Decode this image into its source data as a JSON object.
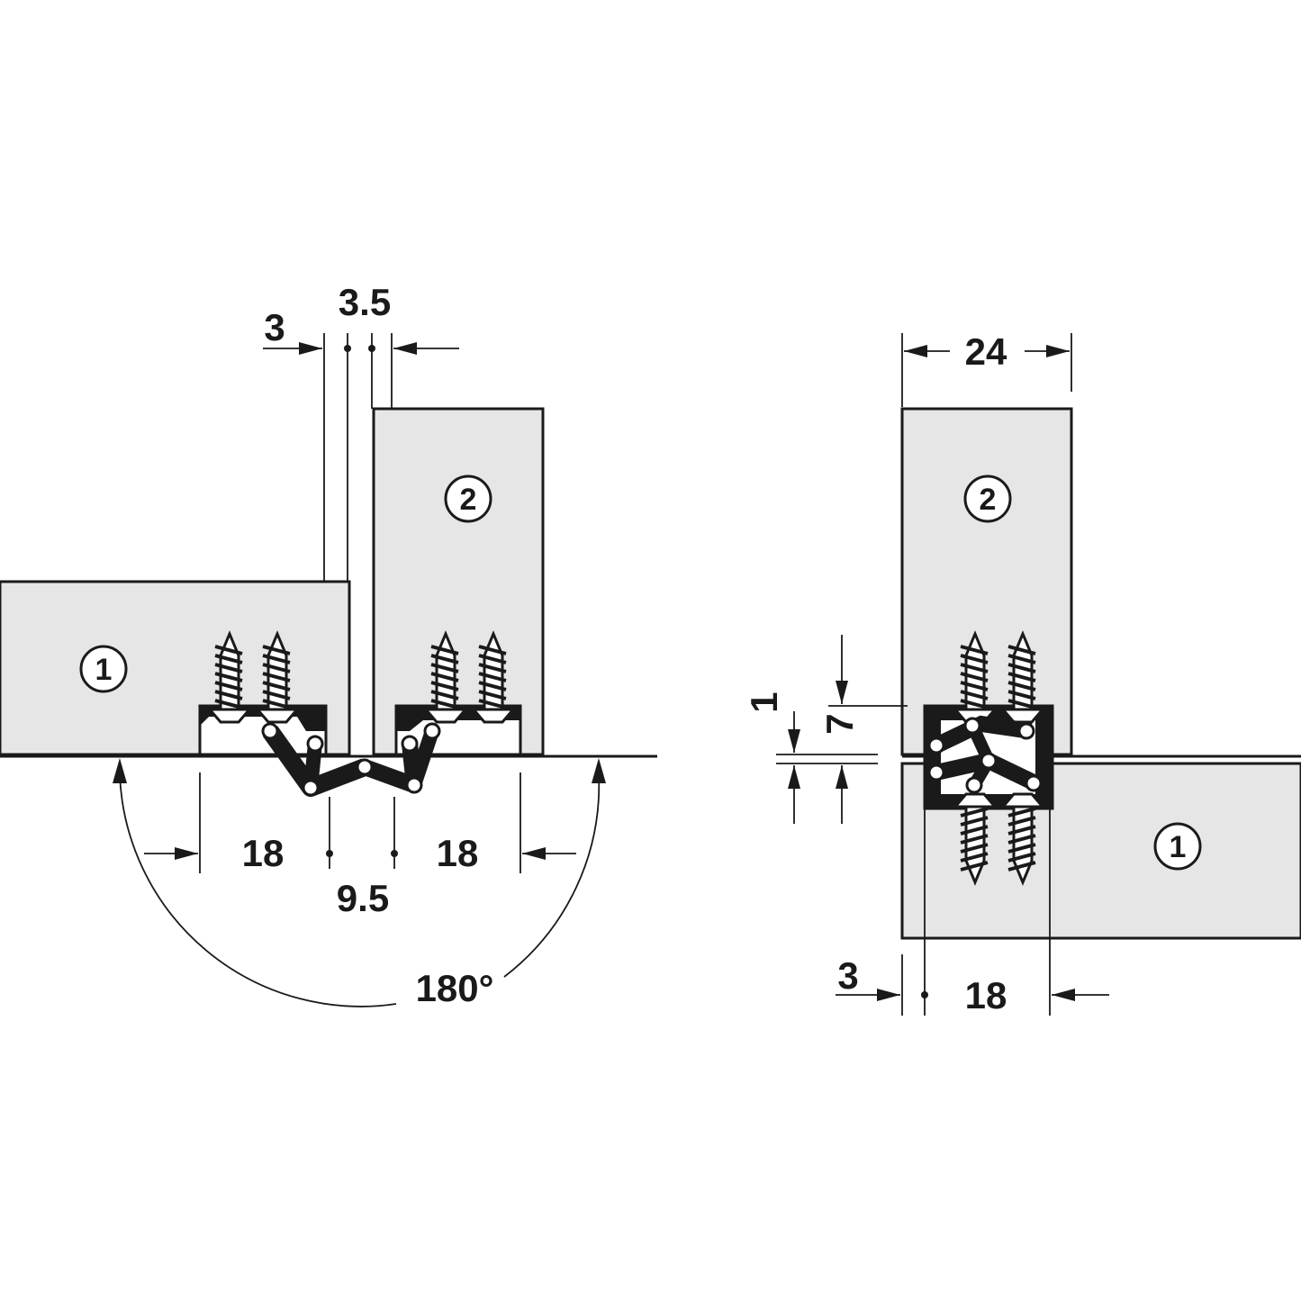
{
  "left_view": {
    "dim_top_a": "3",
    "dim_top_b": "3.5",
    "dim_bottom_left": "18",
    "dim_bottom_right": "18",
    "dim_center": "9.5",
    "angle": "180°",
    "part_1": "1",
    "part_2": "2"
  },
  "right_view": {
    "dim_width": "24",
    "dim_gap": "1",
    "dim_depth": "7",
    "dim_offset": "3",
    "dim_thickness": "18",
    "part_1": "1",
    "part_2": "2"
  }
}
